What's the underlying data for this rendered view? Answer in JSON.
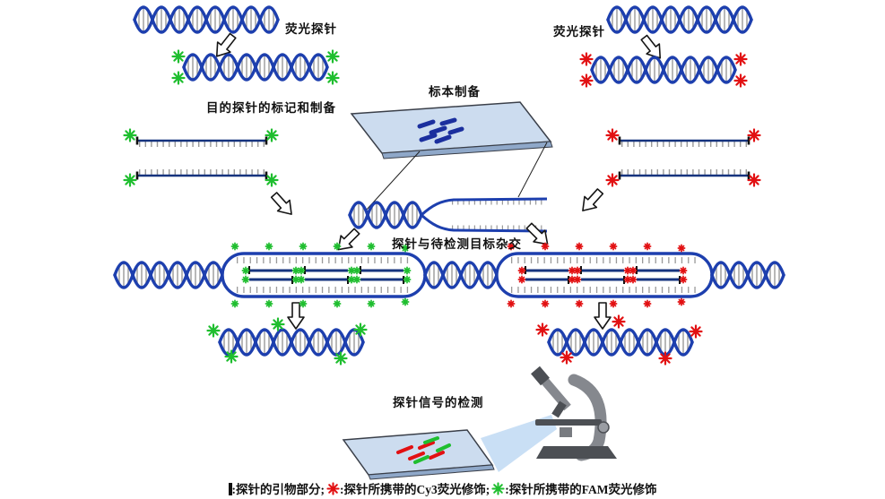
{
  "labels": {
    "fluorescent_probe_left": "荧光探针",
    "fluorescent_probe_right": "荧光探针",
    "probe_labeling_prep": "目的探针的标记和制备",
    "specimen_prep": "标本制备",
    "hybridization": "探针与待检测目标杂交",
    "signal_detection": "探针信号的检测"
  },
  "legend": {
    "items": [
      {
        "icon": "primer-bar-icon",
        "text": ":探针的引物部分; "
      },
      {
        "icon": "cy3-star-icon",
        "text": ":探针所携带的Cy3荧光修饰; "
      },
      {
        "icon": "fam-star-icon",
        "text": ":探针所携带的FAM荧光修饰"
      }
    ]
  },
  "icons": {
    "dna": "dna-helix-icon",
    "arrow": "hollow-arrow-icon",
    "star_red": "red-star-icon",
    "star_green": "green-star-icon",
    "slide": "specimen-slide-icon",
    "microscope": "microscope-icon"
  },
  "colors": {
    "dna_blue": "#1d3fae",
    "strand_dark": "#16337e",
    "rung_gray": "#9a9a9a",
    "star_green": "#1fbe2f",
    "star_red": "#e21012",
    "slide_fill": "#ccdcef",
    "slide_edge": "#8fa8c9",
    "slide_stroke": "#3a3f49",
    "mark_blue": "#1b2f9e",
    "arrow_fill": "#ffffff",
    "arrow_stroke": "#151515",
    "beam_blue": "#c3dcf4",
    "metal_gray": "#85888e",
    "metal_dark": "#4c4f54",
    "text_black": "#111111"
  }
}
